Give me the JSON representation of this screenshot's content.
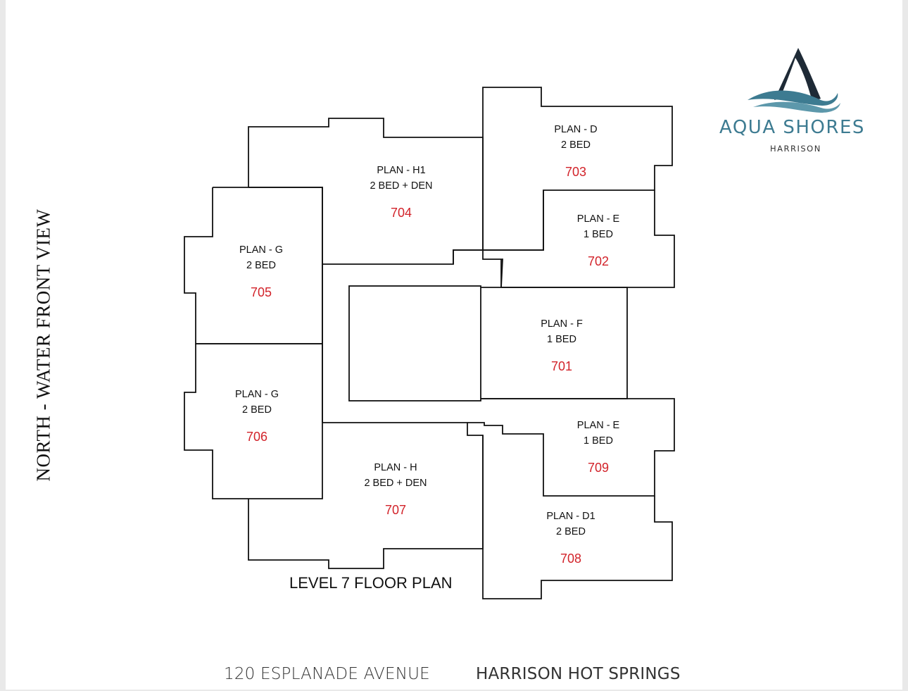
{
  "orientation_label": "NORTH - WATER FRONT VIEW",
  "floor_title": "LEVEL 7 FLOOR PLAN",
  "footer": {
    "address": "120 ESPLANADE AVENUE",
    "city": "HARRISON HOT SPRINGS"
  },
  "brand": {
    "name": "AQUA SHORES",
    "subtitle": "HARRISON",
    "accent_color": "#3d7b91",
    "dark_color": "#1e2a36"
  },
  "number_color": "#d2232a",
  "units": [
    {
      "plan": "PLAN - H1",
      "beds": "2 BED + DEN",
      "number": "704"
    },
    {
      "plan": "PLAN - D",
      "beds": "2 BED",
      "number": "703"
    },
    {
      "plan": "PLAN - E",
      "beds": "1 BED",
      "number": "702"
    },
    {
      "plan": "PLAN - G",
      "beds": "2 BED",
      "number": "705"
    },
    {
      "plan": "PLAN - F",
      "beds": "1 BED",
      "number": "701"
    },
    {
      "plan": "PLAN - G",
      "beds": "2 BED",
      "number": "706"
    },
    {
      "plan": "PLAN - E",
      "beds": "1 BED",
      "number": "709"
    },
    {
      "plan": "PLAN - H",
      "beds": "2 BED + DEN",
      "number": "707"
    },
    {
      "plan": "PLAN - D1",
      "beds": "2 BED",
      "number": "708"
    }
  ]
}
